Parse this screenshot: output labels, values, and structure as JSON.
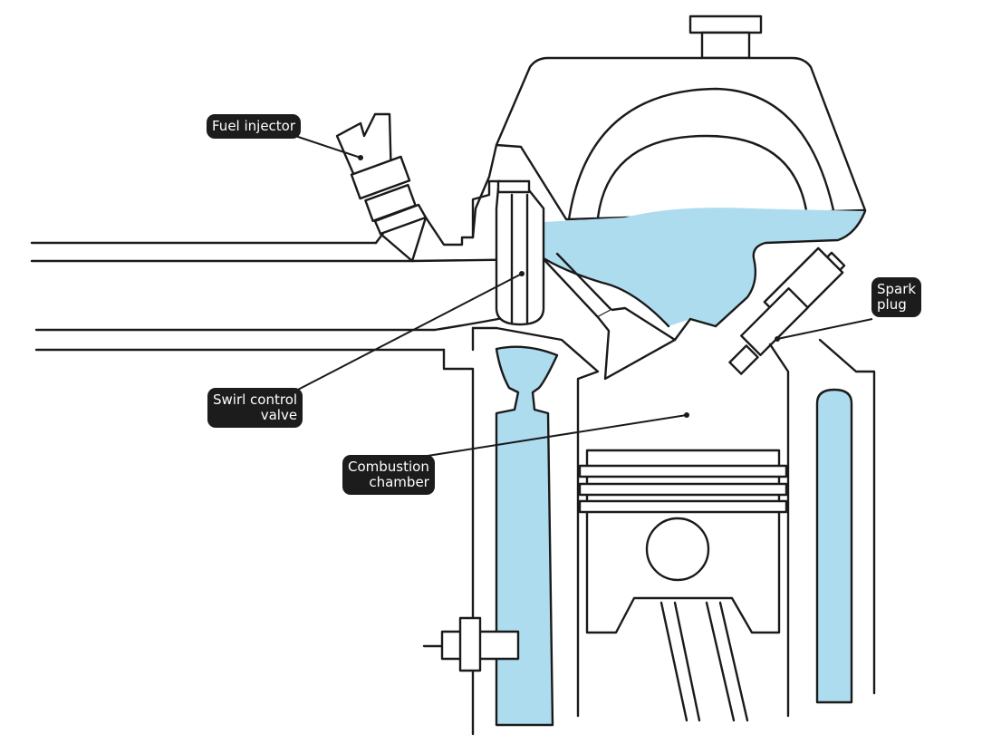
{
  "labels": {
    "fuel_injector": "Fuel injector",
    "swirl_control_valve": "Swirl control\nvalve",
    "combustion_chamber": "Combustion\nchamber",
    "spark_plug": "Spark\nplug"
  },
  "colors": {
    "coolant": "#aedcef",
    "outline": "#1a1a1a",
    "label_bg": "#1c1c1c",
    "label_text": "#ffffff"
  }
}
